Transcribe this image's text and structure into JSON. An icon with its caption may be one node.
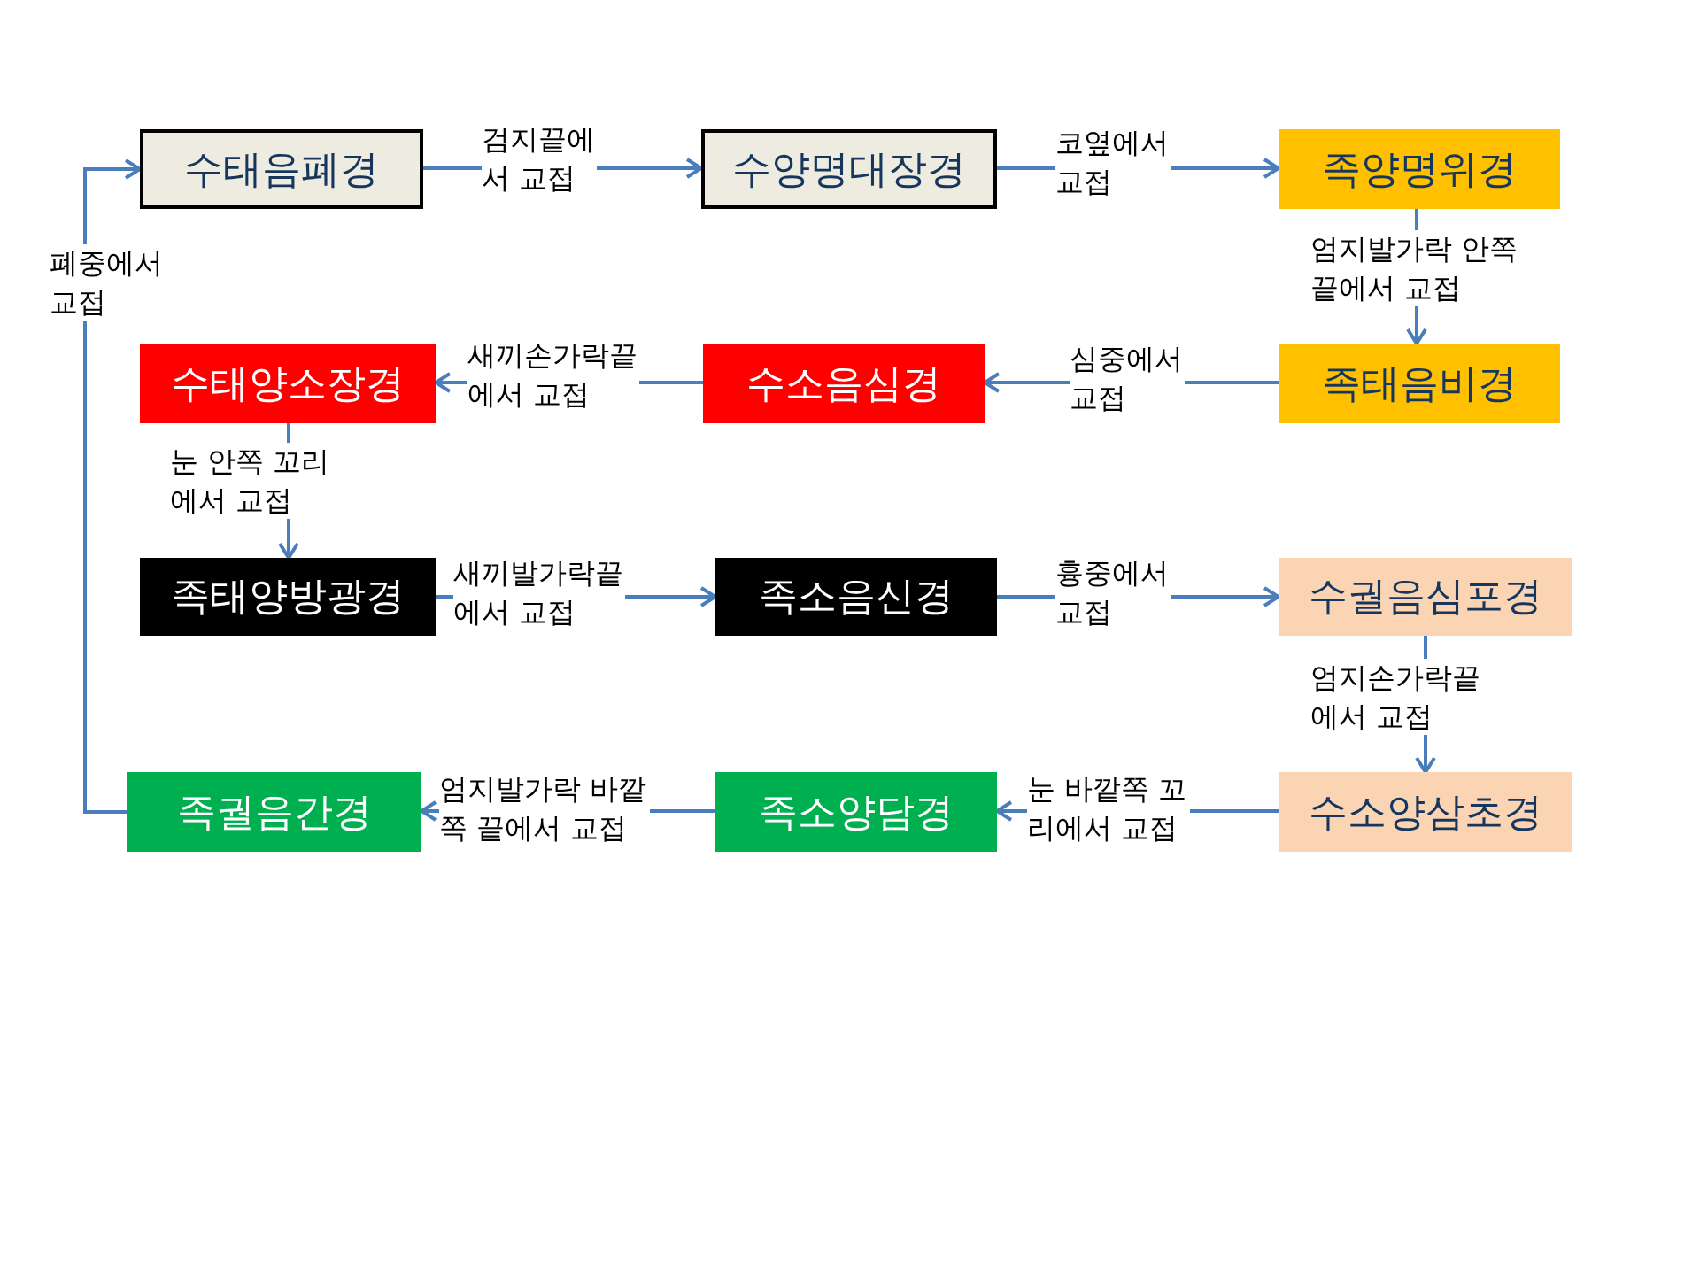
{
  "diagram": {
    "nodes": [
      {
        "text": [
          "수태음폐경"
        ]
      },
      {
        "text": [
          "수양명대장경"
        ]
      },
      {
        "text": [
          "족양명위경"
        ]
      },
      {
        "text": [
          "수태양소장경"
        ]
      },
      {
        "text": [
          "수소음심경"
        ]
      },
      {
        "text": [
          "족태음비경"
        ]
      },
      {
        "text": [
          "족태양방광경"
        ]
      },
      {
        "text": [
          "족소음신경"
        ]
      },
      {
        "text": [
          "수궐음심포경"
        ]
      },
      {
        "text": [
          "족궐음간경"
        ]
      },
      {
        "text": [
          "족소양담경"
        ]
      },
      {
        "text": [
          "수소양삼초경"
        ]
      }
    ],
    "edges": [
      {
        "from": 0,
        "to": 1,
        "arrow": "to",
        "label": "검지끝에서 교접"
      },
      {
        "from": 1,
        "to": 2,
        "arrow": "to",
        "label": "코옆에서 교접"
      },
      {
        "from": 2,
        "to": 5,
        "arrow": "to",
        "label": "엄지발가락 안쪽 끝에서 교접"
      },
      {
        "from": 5,
        "to": 4,
        "arrow": "to",
        "label": "심중에서 교접"
      },
      {
        "from": 4,
        "to": 3,
        "arrow": "to",
        "label": "새끼손가락끝에서 교접"
      },
      {
        "from": 3,
        "to": 6,
        "arrow": "to",
        "label": "눈 안쪽 꼬리에서 교접"
      },
      {
        "from": 6,
        "to": 7,
        "arrow": "to",
        "label": "새끼발가락끝에서 교접"
      },
      {
        "from": 7,
        "to": 8,
        "arrow": "to",
        "label": "흉중에서 교접"
      },
      {
        "from": 8,
        "to": 11,
        "arrow": "to",
        "label": "엄지손가락끝에서 교접"
      },
      {
        "from": 11,
        "to": 10,
        "arrow": "to",
        "label": "눈 바깥쪽 꼬리에서 교접"
      },
      {
        "from": 10,
        "to": 9,
        "arrow": "to",
        "label": "엄지발가락 바깥쪽 끝에서 교접"
      },
      {
        "from": 9,
        "to": 0,
        "arrow": "to",
        "label": "폐중에서 교접"
      }
    ]
  }
}
